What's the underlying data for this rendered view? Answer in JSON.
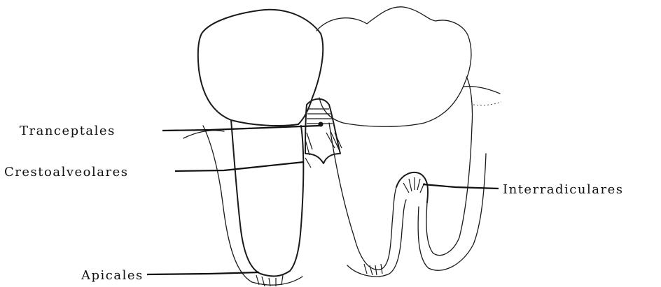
{
  "labels": {
    "tranceptales": "Tranceptales",
    "crestoalveolares": "Crestoalveolares",
    "interradiculares": "Interradiculares",
    "apicales": "Apicales"
  },
  "colors": {
    "ink": "#1a1a1a",
    "background": "#ffffff"
  }
}
